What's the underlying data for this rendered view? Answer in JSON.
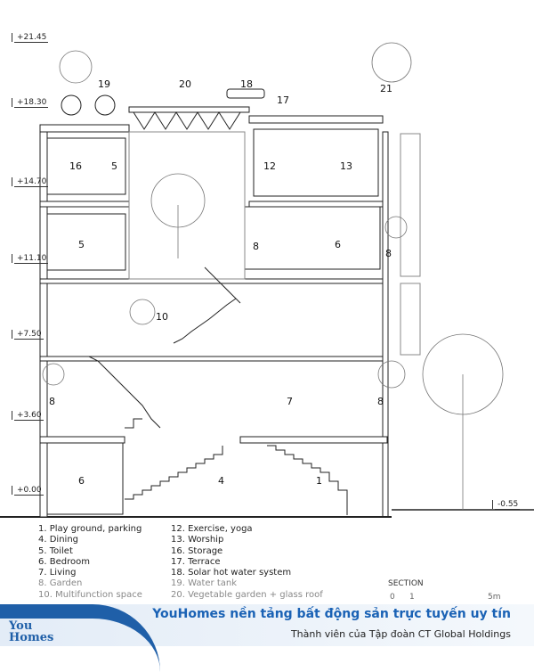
{
  "levels": [
    "+21.45",
    "+18.30",
    "+14.70",
    "+11.10",
    "+7.50",
    "+3.60",
    "+0.00",
    "-0.55"
  ],
  "rooms": {
    "r19": "19",
    "r20": "20",
    "r18": "18",
    "r17": "17",
    "r21": "21",
    "r16": "16",
    "r5a": "5",
    "r12": "12",
    "r13": "13",
    "r5b": "5",
    "r8a": "8",
    "r6a": "6",
    "r8b": "8",
    "r10": "10",
    "r8c": "8",
    "r7": "7",
    "r8d": "8",
    "r6b": "6",
    "r4": "4",
    "r1": "1"
  },
  "legend": {
    "col1": [
      "1. Play ground, parking",
      "4. Dining",
      "5. Toilet",
      "6. Bedroom",
      "7. Living",
      "8. Garden",
      "10. Multifunction space"
    ],
    "col2": [
      "12. Exercise, yoga",
      "13. Worship",
      "16. Storage",
      "17. Terrace",
      "18. Solar hot water system",
      "19. Water tank",
      "20. Vegetable garden + glass roof"
    ]
  },
  "section": {
    "title": "SECTION",
    "scale": [
      "0",
      "1",
      "5m"
    ]
  },
  "watermark": {
    "logo": "YouHomes",
    "tagline": "YouHomes nền tảng bất động sản trực tuyến uy tín",
    "subline": "Thành viên của Tập đoàn CT Global Holdings",
    "color": "#1a62b5"
  }
}
